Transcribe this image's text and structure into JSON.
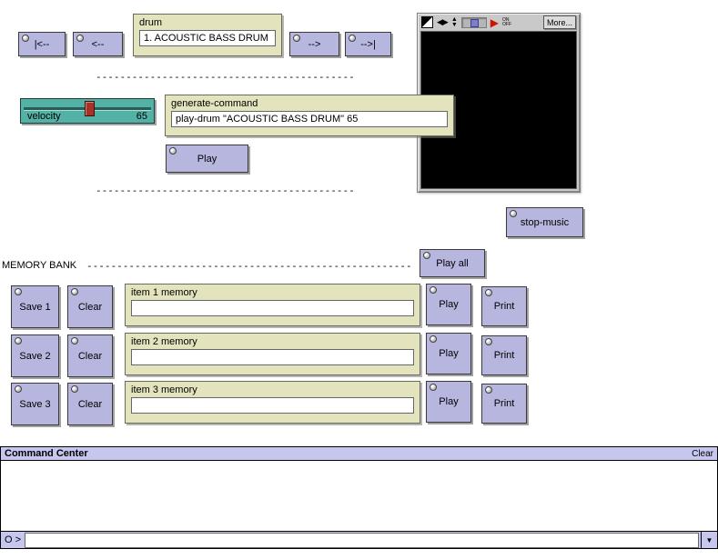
{
  "colors": {
    "button": "#b6b6df",
    "group": "#e3e3bd",
    "slider_track": "#54b1a6",
    "slider_handle": "#a83228",
    "command_header": "#c6c6ee",
    "screen": "#000000",
    "flag": "#cc1500"
  },
  "nav": {
    "first": "|<--",
    "prev": "<--",
    "next": "-->",
    "last": "-->|"
  },
  "drum": {
    "title": "drum",
    "value": "1. ACOUSTIC BASS DRUM"
  },
  "player": {
    "more": "More...",
    "on": "ON",
    "off": "OFF",
    "icons": {
      "left_right": "◀▶",
      "up": "▲",
      "down": "▼",
      "flag": "▶"
    }
  },
  "separators": {
    "line1": "-------------------------------------------",
    "line2": "-------------------------------------------"
  },
  "velocity": {
    "label": "velocity",
    "value": "65"
  },
  "generate_command": {
    "title": "generate-command",
    "value": "play-drum \"ACOUSTIC BASS DRUM\" 65"
  },
  "play_label": "Play",
  "stop_music_label": "stop-music",
  "memory": {
    "label": "MEMORY BANK",
    "dashes": "------------------------------------------------------",
    "play_all": "Play all",
    "rows": [
      {
        "save": "Save 1",
        "clear": "Clear",
        "title": "item 1 memory",
        "value": "",
        "play": "Play",
        "print": "Print"
      },
      {
        "save": "Save 2",
        "clear": "Clear",
        "title": "item 2 memory",
        "value": "",
        "play": "Play",
        "print": "Print"
      },
      {
        "save": "Save 3",
        "clear": "Clear",
        "title": "item 3 memory",
        "value": "",
        "play": "Play",
        "print": "Print"
      }
    ]
  },
  "command_center": {
    "title": "Command Center",
    "clear": "Clear",
    "prompt": "O >",
    "value": "",
    "scroll_arrow": "▼"
  }
}
